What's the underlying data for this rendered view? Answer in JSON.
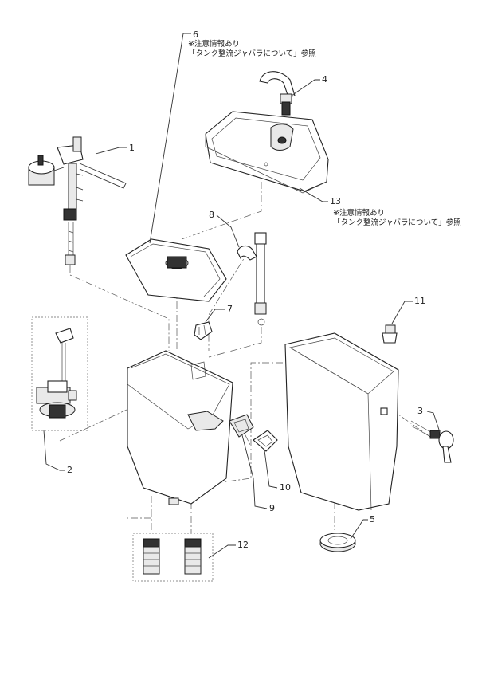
{
  "callouts": [
    {
      "id": "1",
      "text": "1"
    },
    {
      "id": "2",
      "text": "2"
    },
    {
      "id": "3",
      "text": "3"
    },
    {
      "id": "4",
      "text": "4"
    },
    {
      "id": "5",
      "text": "5"
    },
    {
      "id": "6",
      "text": "6"
    },
    {
      "id": "7",
      "text": "7"
    },
    {
      "id": "8",
      "text": "8"
    },
    {
      "id": "9",
      "text": "9"
    },
    {
      "id": "10",
      "text": "10"
    },
    {
      "id": "11",
      "text": "11"
    },
    {
      "id": "12",
      "text": "12"
    },
    {
      "id": "13",
      "text": "13"
    }
  ],
  "notes": {
    "note6": {
      "line1": "※注意情報あり",
      "line2": "「タンク整流ジャバラについて」参照"
    },
    "note13": {
      "line1": "※注意情報あり",
      "line2": "「タンク整流ジャバラについて」参照"
    }
  }
}
